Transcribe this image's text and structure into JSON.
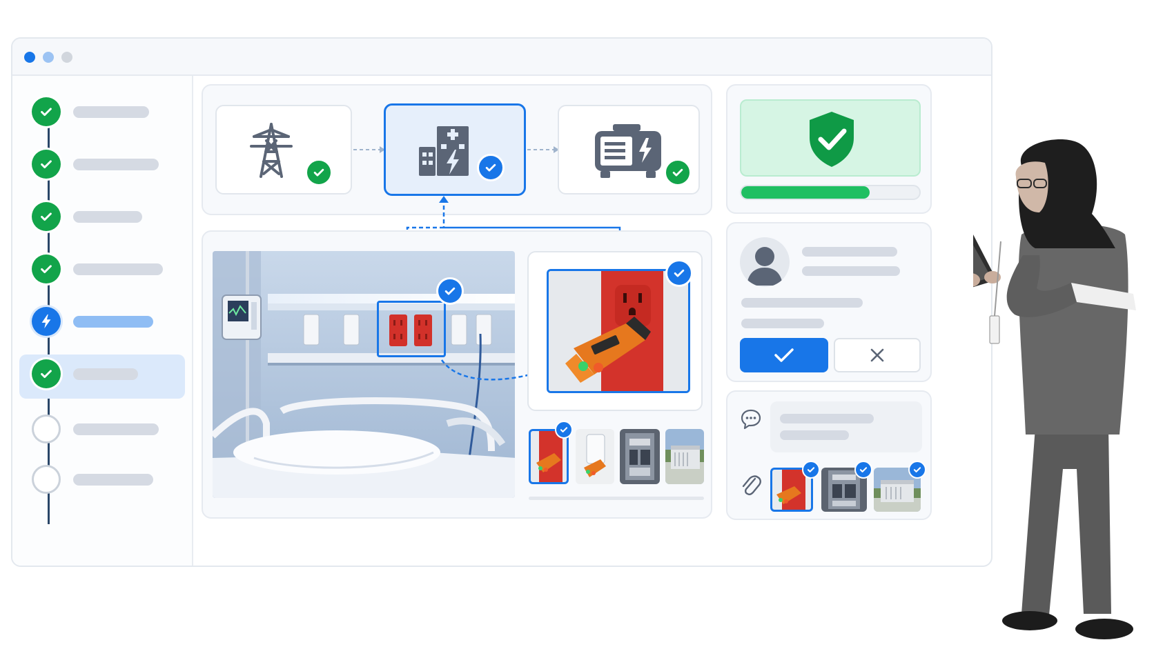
{
  "colors": {
    "accent": "#1876e8",
    "success": "#12a44a",
    "success_light": "#d6f5e4",
    "placeholder": "#d5dae3",
    "panel": "#f7f9fc"
  },
  "window": {
    "controls": [
      "dot-primary",
      "dot-secondary",
      "dot-tertiary"
    ]
  },
  "sidebar": {
    "steps": [
      {
        "state": "done",
        "icon": "check-icon"
      },
      {
        "state": "done",
        "icon": "check-icon"
      },
      {
        "state": "done",
        "icon": "check-icon"
      },
      {
        "state": "done",
        "icon": "check-icon"
      },
      {
        "state": "active",
        "icon": "lightning-icon"
      },
      {
        "state": "done",
        "icon": "check-icon"
      },
      {
        "state": "pending",
        "icon": "empty-circle-icon"
      },
      {
        "state": "pending",
        "icon": "empty-circle-icon"
      }
    ]
  },
  "power_chain": {
    "nodes": [
      {
        "icon": "power-tower-icon",
        "status": "verified"
      },
      {
        "icon": "hospital-power-icon",
        "status": "selected"
      },
      {
        "icon": "generator-icon",
        "status": "verified"
      }
    ]
  },
  "inspection": {
    "main_photo": "hospital-room-outlets-photo",
    "detail_photo": "outlet-tester-closeup-photo",
    "thumbnails": [
      {
        "icon": "red-outlet-tester-photo",
        "checked": true
      },
      {
        "icon": "white-outlet-tester-photo",
        "checked": false
      },
      {
        "icon": "electrical-panel-photo",
        "checked": false
      },
      {
        "icon": "generator-unit-photo",
        "checked": false
      }
    ]
  },
  "compliance": {
    "icon": "shield-check-icon",
    "progress": 0.72
  },
  "reviewer": {
    "avatar": "user-avatar-icon",
    "confirm_icon": "check-icon",
    "reject_icon": "close-icon"
  },
  "comments": {
    "comment_icon": "chat-bubble-icon",
    "attach_icon": "paperclip-icon",
    "attachments": [
      {
        "icon": "outlet-tester-attachment",
        "checked": true
      },
      {
        "icon": "panel-attachment",
        "checked": true
      },
      {
        "icon": "generator-attachment",
        "checked": true
      }
    ]
  },
  "person": {
    "icon": "nurse-with-tablet-illustration"
  }
}
